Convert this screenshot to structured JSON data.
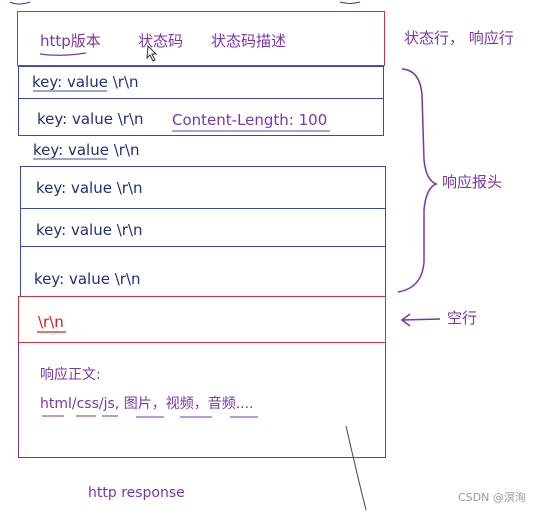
{
  "status_line": {
    "http_version": "http版本",
    "status_code": "状态码",
    "status_desc": "状态码描述",
    "side_label": "状态行， 响应行"
  },
  "headers": {
    "rows": [
      "key: value  \\r\\n",
      "key: value  \\r\\n",
      "key: value  \\r\\n",
      "key: value \\r\\n",
      "key: value \\r\\n",
      "key: value \\r\\n"
    ],
    "content_length_example": "Content-Length: 100",
    "side_label": "响应报头"
  },
  "blank_line": {
    "text": "\\r\\n",
    "side_label": "空行"
  },
  "body_section": {
    "title": "响应正文:",
    "content": "html/css/js, 图片，视频，音频...."
  },
  "caption": "http response",
  "watermark": "CSDN @溟洵",
  "colors": {
    "status_border": "#c8353b",
    "header_border": "#3a4aa0",
    "body_border": "#8a2f8f",
    "header_text": "#1f2f74",
    "label_purple": "#7a36a8",
    "crlf_red": "#d41f1f"
  }
}
